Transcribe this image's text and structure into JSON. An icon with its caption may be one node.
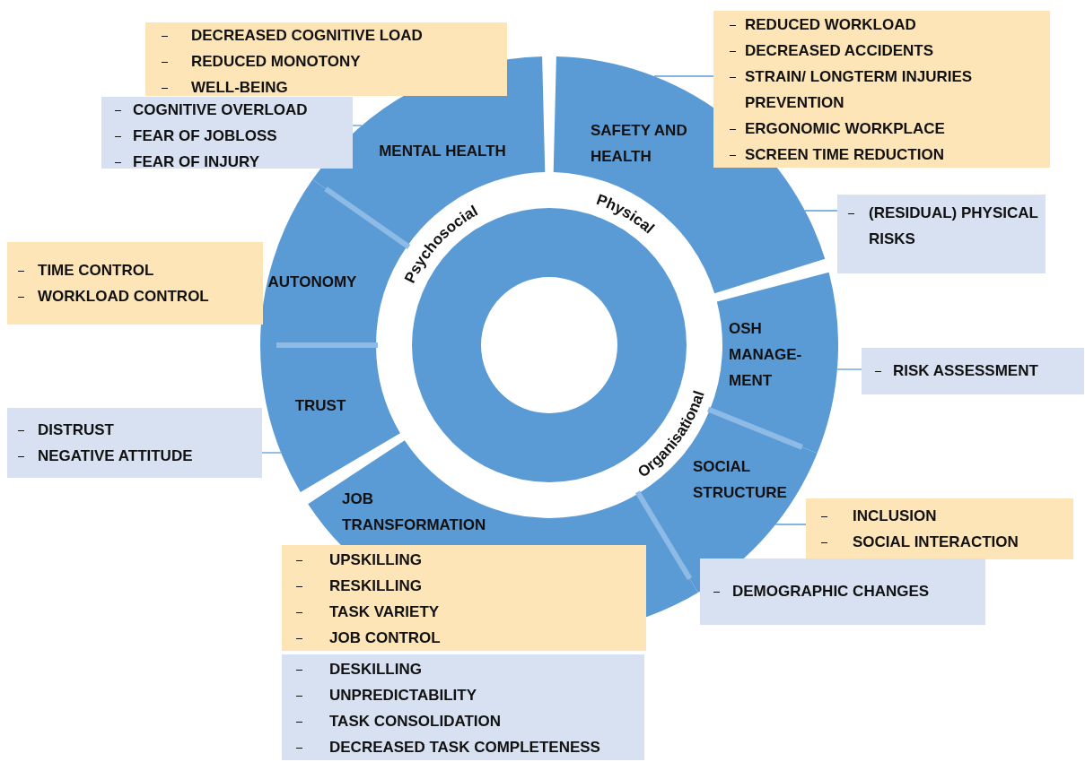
{
  "diagram": {
    "nodes": [
      {
        "text": [
          "DECREASED COGNITIVE LOAD",
          "REDUCED MONOTONY",
          "WELL-BEING"
        ]
      },
      {
        "text": [
          "REDUCED WORKLOAD",
          "DECREASED ACCIDENTS",
          "STRAIN/ LONGTERM INJURIES PREVENTION",
          "ERGONOMIC WORKPLACE",
          "SCREEN TIME REDUCTION"
        ]
      },
      {
        "text": [
          "COGNITIVE OVERLOAD",
          "FEAR OF JOBLOSS",
          "FEAR OF INJURY"
        ]
      },
      {
        "text": [
          "MENTAL HEALTH"
        ]
      },
      {
        "text": [
          "SAFETY AND HEALTH"
        ]
      },
      {
        "text": [
          "(RESIDUAL) PHYSICAL RISKS"
        ]
      },
      {
        "text": [
          "TIME CONTROL",
          "WORKLOAD CONTROL"
        ]
      },
      {
        "text": [
          "AUTONOMY"
        ]
      },
      {
        "text": [
          "OSH MANAGE-MENT"
        ]
      },
      {
        "text": [
          "RISK ASSESSMENT"
        ]
      },
      {
        "text": [
          "TRUST"
        ]
      },
      {
        "text": [
          "DISTRUST",
          "NEGATIVE ATTITUDE"
        ]
      },
      {
        "text": [
          "SOCIAL STRUCTURE"
        ]
      },
      {
        "text": [
          "JOB TRANSFORMATION"
        ]
      },
      {
        "text": [
          "INCLUSION",
          "SOCIAL INTERACTION"
        ]
      },
      {
        "text": [
          "UPSKILLING",
          "RESKILLING",
          "TASK VARIETY",
          "JOB CONTROL"
        ]
      },
      {
        "text": [
          "DEMOGRAPHIC CHANGES"
        ]
      },
      {
        "text": [
          "DESKILLING",
          "UNPREDICTABILITY",
          "TASK CONSOLIDATION",
          "DECREASED TASK COMPLETENESS"
        ]
      }
    ],
    "edges": [
      {
        "from": 1,
        "to": 4,
        "arrow": "none"
      },
      {
        "from": 2,
        "to": 3,
        "arrow": "none"
      },
      {
        "from": 5,
        "to": 4,
        "arrow": "none"
      },
      {
        "from": 9,
        "to": 8,
        "arrow": "none"
      },
      {
        "from": 14,
        "to": 12,
        "arrow": "none"
      },
      {
        "from": 11,
        "to": 10,
        "arrow": "none"
      }
    ],
    "labels": [
      "Psychosocial",
      "Physical",
      "Organisational"
    ]
  }
}
